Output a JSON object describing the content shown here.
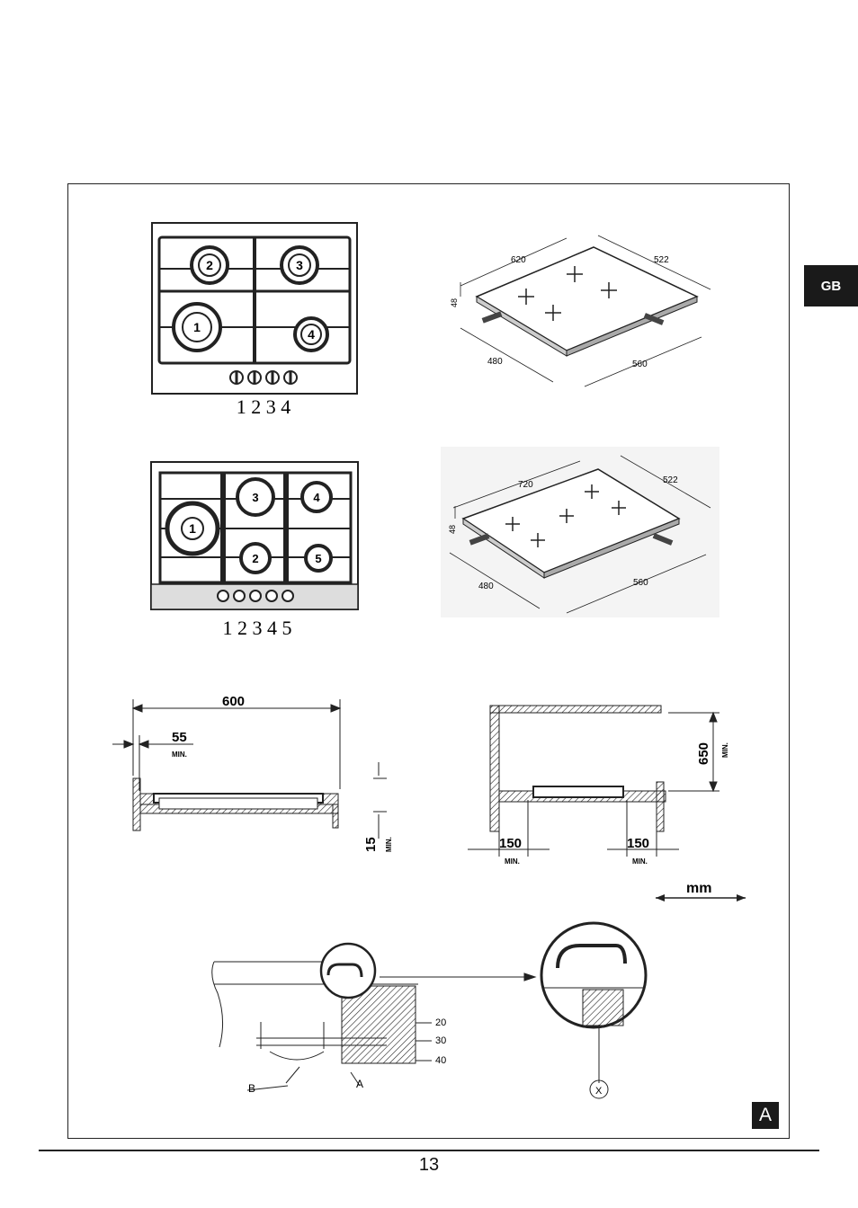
{
  "side_tab": "GB",
  "page_number": "13",
  "figure_label": "A",
  "hob1": {
    "burners": [
      "1",
      "2",
      "3",
      "4"
    ],
    "knob_legend": "1 2 3 4"
  },
  "hob2": {
    "burners": [
      "1",
      "2",
      "3",
      "4",
      "5"
    ],
    "knob_legend": "1 2 3 4 5"
  },
  "iso1": {
    "width": "620",
    "depth": "522",
    "height": "48",
    "cut_depth": "480",
    "cut_width": "560"
  },
  "iso2": {
    "width": "720",
    "depth": "522",
    "height": "48",
    "cut_depth": "480",
    "cut_width": "560"
  },
  "section1": {
    "width": "600",
    "edge": "55",
    "edge_min": "MIN.",
    "gap": "15",
    "gap_min": "MIN."
  },
  "section2": {
    "height": "650",
    "height_min": "MIN.",
    "left": "150",
    "left_min": "MIN.",
    "right": "150",
    "right_min": "MIN."
  },
  "units": "mm",
  "detail": {
    "layers": [
      "20",
      "30",
      "40"
    ],
    "B": "B",
    "A": "A",
    "X": "X"
  }
}
